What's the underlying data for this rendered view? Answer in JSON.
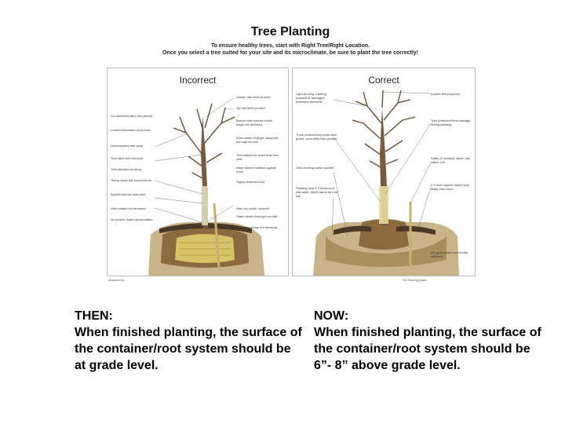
{
  "poster": {
    "title": "Tree Planting",
    "subtitle_1": "To ensure healthy trees, start with Right Tree/Right Location.",
    "subtitle_2": "Once you select a tree suited for your site and its microclimate, be sure to plant the tree correctly!",
    "incorrect_label": "Incorrect",
    "correct_label": "Correct",
    "incorrect_notes_right": [
      "Leader has been pruned",
      "Tip has been pruned",
      "Branch with narrow crotch angle not removed",
      "Short stake at angle, attached too high on tree",
      "Tree staked for more than one year",
      "Deep mulch installed against trunk",
      "Highly amended soil",
      "Hole too small / smooth",
      "Stake driven through root ball",
      "Thread burlap not removed"
    ],
    "incorrect_notes_left": [
      "Co-dominant stem not pruned",
      "Lowest branches not pruned",
      "Unnecessary tree wrap",
      "Tree label not removed",
      "Tree planted too deep",
      "Tieing ropes left around trunk",
      "Backfill soil not amended",
      "Wire basket not removed",
      "Air pocket, water accumulates"
    ],
    "correct_notes_left": [
      "Light pruning, rubbing, crossed or damaged branches removed",
      "Trunk protected by loose tree guard, soon after tree planted",
      "Only existing native backfill",
      "Planting hole 2-3 times root ball width, depth same as root ball"
    ],
    "correct_notes_right": [
      "Leader left unpruned",
      "Tree protected from damage during planting",
      "Stake (if needed) driven into native soil",
      "2-3 inch organic mulch kept away from trunk",
      "All ropes, wires and burlap removed"
    ],
    "footer_left": "Illustration by ...",
    "footer_right": "Tree Planting poster ..."
  },
  "captions": {
    "then_head": "THEN:",
    "then_body": "When finished planting, the surface of the container/root system should be at grade level.",
    "now_head": "NOW:",
    "now_body": "When finished planting, the surface of the container/root system should be 6”- 8” above grade level."
  }
}
